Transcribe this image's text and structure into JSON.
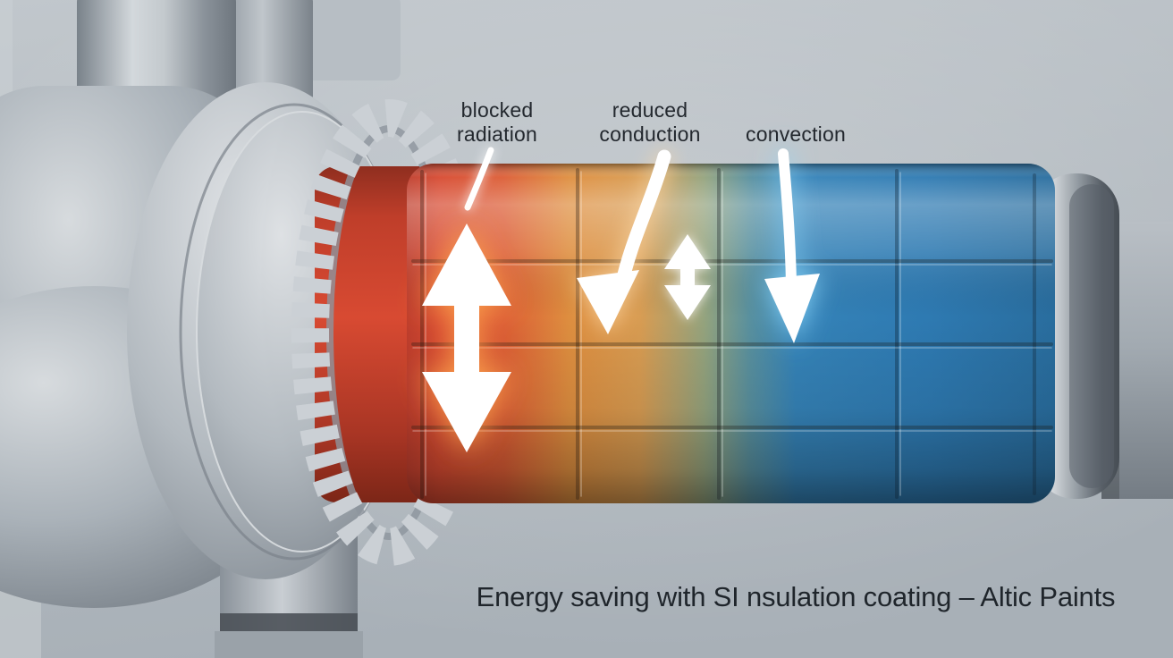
{
  "annotations": {
    "blocked_radiation": "blocked radiation",
    "reduced_conduction": "reduced conduction",
    "convection": "convection"
  },
  "caption": "Energy saving with SI nsulation coating – Altic Paints",
  "icons": {
    "blocked_radiation_arrow": "double-vertical-arrow",
    "reduced_conduction_arrow": "curved-down-arrow",
    "reduced_conduction_minor_arrow": "small-double-vertical-arrow",
    "convection_arrow": "long-down-arrow",
    "gear_ring": "gear-teeth-ring"
  },
  "colors": {
    "hot_red": "#d74a31",
    "warm_orange": "#de8e3f",
    "cool_blue": "#2f7cb3",
    "metal_gray": "#9aa2a9",
    "background": "#b2b9bf",
    "arrow_white": "#ffffff",
    "glow_warm": "#ffa64d",
    "glow_cool": "#8fdcff",
    "text": "#23282e"
  }
}
